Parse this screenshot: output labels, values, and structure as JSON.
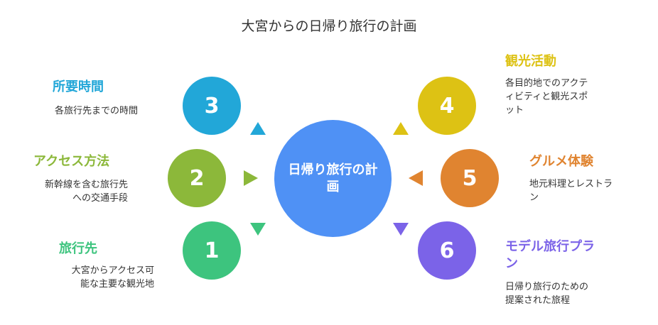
{
  "title": "大宮からの日帰り旅行の計画",
  "center": {
    "label": "日帰り旅行の計画",
    "color": "#4f91f5"
  },
  "nodes": [
    {
      "number": "3",
      "heading": "所要時間",
      "description_lines": [
        "各旅行先までの時間"
      ],
      "color": "#22a7d8"
    },
    {
      "number": "2",
      "heading": "アクセス方法",
      "description_lines": [
        "新幹線を含む旅行先",
        "への交通手段"
      ],
      "color": "#8cb83a"
    },
    {
      "number": "1",
      "heading": "旅行先",
      "description_lines": [
        "大宮からアクセス可",
        "能な主要な観光地"
      ],
      "color": "#3dc47e"
    },
    {
      "number": "4",
      "heading": "観光活動",
      "description_lines": [
        "各目的地でのアクテ",
        "ィビティと観光スポ",
        "ット"
      ],
      "color": "#ddc214"
    },
    {
      "number": "5",
      "heading": "グルメ体験",
      "description_lines": [
        "地元料理とレストラ",
        "ン"
      ],
      "color": "#e08430"
    },
    {
      "number": "6",
      "heading": "モデル旅行プラン",
      "heading_lines": [
        "モデル旅行プラ",
        "ン"
      ],
      "description_lines": [
        "日帰り旅行のための",
        "提案された旅程"
      ],
      "color": "#7b63e8"
    }
  ]
}
